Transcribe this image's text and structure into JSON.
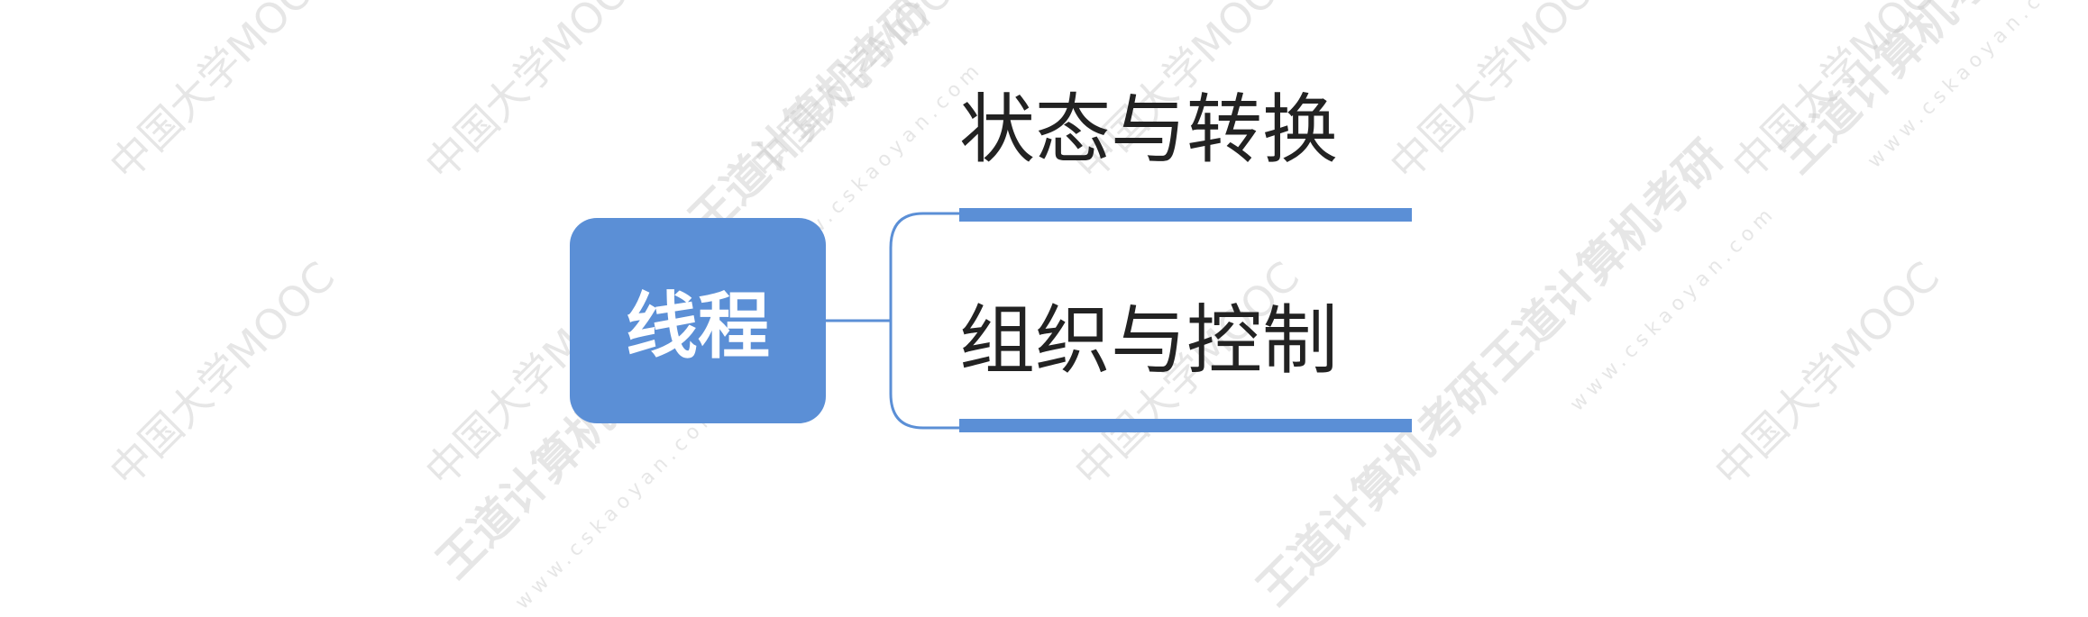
{
  "mindmap": {
    "root": {
      "label": "线程"
    },
    "branches": [
      {
        "label": "状态与转换"
      },
      {
        "label": "组织与控制"
      }
    ]
  },
  "watermarks": {
    "primary": "中国大学MOOC",
    "brand": "王道计算机考研",
    "site": "www.cskaoyan.com"
  },
  "colors": {
    "node_fill": "#5b8fd6",
    "branch_line": "#5b8fd6",
    "text": "#222222",
    "watermark": "#c9c9c9"
  }
}
